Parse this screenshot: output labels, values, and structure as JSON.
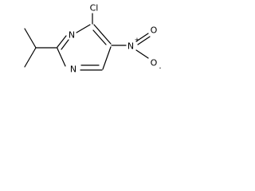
{
  "molecule": {
    "atoms": {
      "n_top": "N",
      "n_bottom": "N",
      "chlorine": "Cl",
      "nitro_n": "N",
      "nitro_n_charge": "+",
      "oxygen_top": "O",
      "oxygen_bottom": "O",
      "oxygen_bottom_charge": "-"
    }
  }
}
